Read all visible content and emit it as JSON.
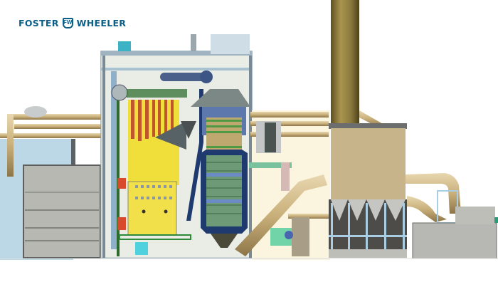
{
  "brand": {
    "left_word": "FOSTER",
    "mark": "FW",
    "right_word": "WHEELER",
    "color": "#0b5f88"
  },
  "illustration": {
    "description": "3D rendered side elevation of a circulating fluidized bed boiler power plant",
    "components": [
      {
        "name": "boiler-building",
        "color": "#b9d6e6"
      },
      {
        "name": "furnace",
        "color": "#f0de3a"
      },
      {
        "name": "superheater-panels",
        "color": "#c0542a"
      },
      {
        "name": "convective-backpass",
        "color": "#1e3a6e"
      },
      {
        "name": "economizer-banks",
        "color": "#4f9a45"
      },
      {
        "name": "chimney-stack",
        "color": "#8c7a3e"
      },
      {
        "name": "baghouse-filter",
        "color": "#c8b48a"
      },
      {
        "name": "flue-gas-ducts",
        "color": "#c9b07a"
      },
      {
        "name": "auxiliary-building",
        "color": "#b5b5b0"
      },
      {
        "name": "fan-units",
        "color": "#6cc9a0"
      }
    ]
  }
}
